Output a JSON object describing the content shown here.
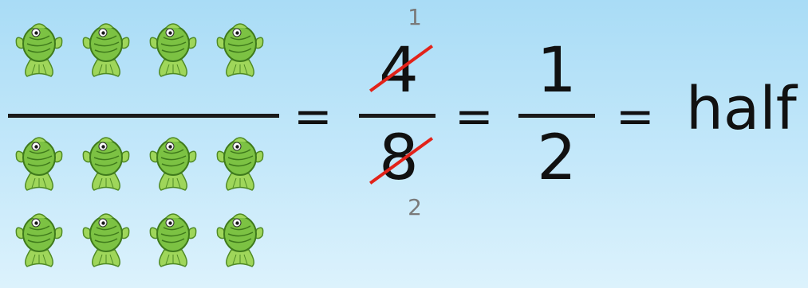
{
  "numerator_fish_count": 4,
  "denominator_fish_count": 8,
  "fraction_a": {
    "numerator": "4",
    "denominator": "8"
  },
  "reduced_labels": {
    "numerator": "1",
    "denominator": "2"
  },
  "fraction_b": {
    "numerator": "1",
    "denominator": "2"
  },
  "equals_sign": "=",
  "result_word": "half",
  "colors": {
    "fish_body": "#7cc243",
    "strike": "#e2231a"
  },
  "icons": {
    "fish": "fish-icon"
  }
}
